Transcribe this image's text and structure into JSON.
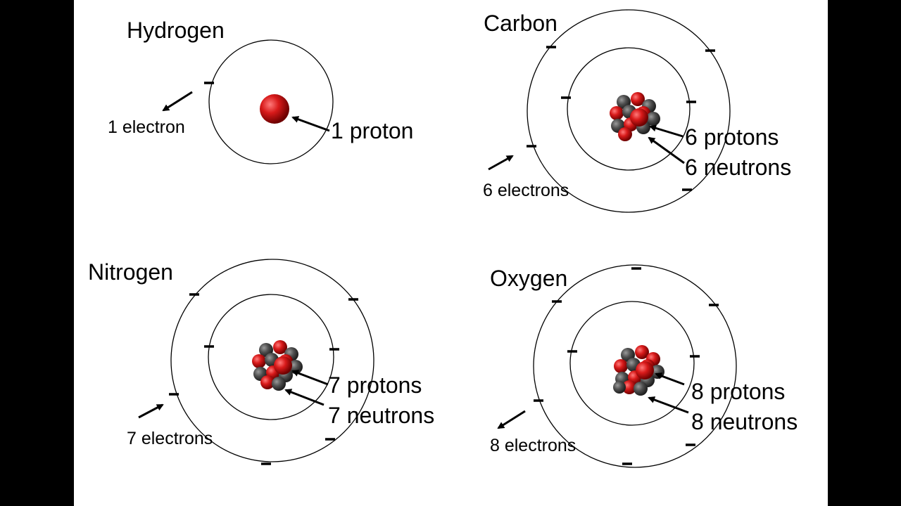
{
  "colors": {
    "background": "#000000",
    "slide": "#ffffff",
    "proton": "#cc1111",
    "neutron": "#4a4a4a"
  },
  "atoms": [
    {
      "name": "Hydrogen",
      "electrons_label": "1 electron",
      "protons_label": "1 proton",
      "neutrons_label": "",
      "protons": 1,
      "neutrons": 0,
      "electrons": 1
    },
    {
      "name": "Carbon",
      "electrons_label": "6 electrons",
      "protons_label": "6 protons",
      "neutrons_label": "6 neutrons",
      "protons": 6,
      "neutrons": 6,
      "electrons": 6
    },
    {
      "name": "Nitrogen",
      "electrons_label": "7 electrons",
      "protons_label": "7 protons",
      "neutrons_label": "7 neutrons",
      "protons": 7,
      "neutrons": 7,
      "electrons": 7
    },
    {
      "name": "Oxygen",
      "electrons_label": "8 electrons",
      "protons_label": "8 protons",
      "neutrons_label": "8 neutrons",
      "protons": 8,
      "neutrons": 8,
      "electrons": 8
    }
  ]
}
